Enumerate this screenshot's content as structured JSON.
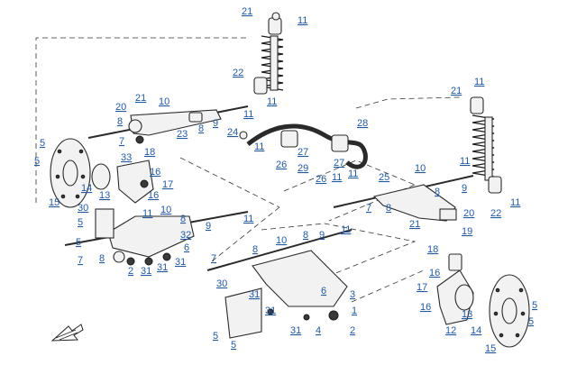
{
  "callouts": [
    {
      "id": "c21a",
      "text": "21"
    },
    {
      "id": "c11a",
      "text": "11"
    },
    {
      "id": "c22a",
      "text": "22"
    },
    {
      "id": "c11b",
      "text": "11"
    },
    {
      "id": "c21b",
      "text": "21"
    },
    {
      "id": "c10a",
      "text": "10"
    },
    {
      "id": "c20a",
      "text": "20"
    },
    {
      "id": "c8a",
      "text": "8"
    },
    {
      "id": "c9a",
      "text": "9"
    },
    {
      "id": "c23",
      "text": "23"
    },
    {
      "id": "c8b",
      "text": "8"
    },
    {
      "id": "c7a",
      "text": "7"
    },
    {
      "id": "c18a",
      "text": "18"
    },
    {
      "id": "c33",
      "text": "33"
    },
    {
      "id": "c16a",
      "text": "16"
    },
    {
      "id": "c17a",
      "text": "17"
    },
    {
      "id": "c16b",
      "text": "16"
    },
    {
      "id": "c5a",
      "text": "5"
    },
    {
      "id": "c5b",
      "text": "5"
    },
    {
      "id": "c14a",
      "text": "14"
    },
    {
      "id": "c13a",
      "text": "13"
    },
    {
      "id": "c15a",
      "text": "15"
    },
    {
      "id": "c11c",
      "text": "11"
    },
    {
      "id": "c24",
      "text": "24"
    },
    {
      "id": "c11d",
      "text": "11"
    },
    {
      "id": "c28",
      "text": "28"
    },
    {
      "id": "c27",
      "text": "27"
    },
    {
      "id": "c26a",
      "text": "26"
    },
    {
      "id": "c29",
      "text": "29"
    },
    {
      "id": "c27b",
      "text": "27"
    },
    {
      "id": "c26b",
      "text": "26"
    },
    {
      "id": "c11e",
      "text": "11"
    },
    {
      "id": "c11f",
      "text": "11"
    },
    {
      "id": "c25",
      "text": "25"
    },
    {
      "id": "c21c",
      "text": "21"
    },
    {
      "id": "c11g",
      "text": "11"
    },
    {
      "id": "c22b",
      "text": "22"
    },
    {
      "id": "c11h",
      "text": "11"
    },
    {
      "id": "c10b",
      "text": "10"
    },
    {
      "id": "c11i",
      "text": "11"
    },
    {
      "id": "c8c",
      "text": "8"
    },
    {
      "id": "c9b",
      "text": "9"
    },
    {
      "id": "c7b",
      "text": "7"
    },
    {
      "id": "c8d",
      "text": "8"
    },
    {
      "id": "c20b",
      "text": "20"
    },
    {
      "id": "c21d",
      "text": "21"
    },
    {
      "id": "c19a",
      "text": "19"
    },
    {
      "id": "c30a",
      "text": "30"
    },
    {
      "id": "c5c",
      "text": "5"
    },
    {
      "id": "c11j",
      "text": "11"
    },
    {
      "id": "c10c",
      "text": "10"
    },
    {
      "id": "c8e",
      "text": "8"
    },
    {
      "id": "c9c",
      "text": "9"
    },
    {
      "id": "c11k",
      "text": "11"
    },
    {
      "id": "c5d",
      "text": "5"
    },
    {
      "id": "c7c",
      "text": "7"
    },
    {
      "id": "c32",
      "text": "32"
    },
    {
      "id": "c6a",
      "text": "6"
    },
    {
      "id": "c8f",
      "text": "8"
    },
    {
      "id": "c2a",
      "text": "2"
    },
    {
      "id": "c31a",
      "text": "31"
    },
    {
      "id": "c31b",
      "text": "31"
    },
    {
      "id": "c31c",
      "text": "31"
    },
    {
      "id": "c10d",
      "text": "10"
    },
    {
      "id": "c8g",
      "text": "8"
    },
    {
      "id": "c9d",
      "text": "9"
    },
    {
      "id": "c11l",
      "text": "11"
    },
    {
      "id": "c8h",
      "text": "8"
    },
    {
      "id": "c7d",
      "text": "7"
    },
    {
      "id": "c30b",
      "text": "30"
    },
    {
      "id": "c31d",
      "text": "31"
    },
    {
      "id": "c6b",
      "text": "6"
    },
    {
      "id": "c3",
      "text": "3"
    },
    {
      "id": "c31e",
      "text": "31"
    },
    {
      "id": "c1",
      "text": "1"
    },
    {
      "id": "c31f",
      "text": "31"
    },
    {
      "id": "c4",
      "text": "4"
    },
    {
      "id": "c2b",
      "text": "2"
    },
    {
      "id": "c5e",
      "text": "5"
    },
    {
      "id": "c5f",
      "text": "5"
    },
    {
      "id": "c18b",
      "text": "18"
    },
    {
      "id": "c16c",
      "text": "16"
    },
    {
      "id": "c17b",
      "text": "17"
    },
    {
      "id": "c16d",
      "text": "16"
    },
    {
      "id": "c13b",
      "text": "13"
    },
    {
      "id": "c12",
      "text": "12"
    },
    {
      "id": "c14b",
      "text": "14"
    },
    {
      "id": "c5g",
      "text": "5"
    },
    {
      "id": "c5h",
      "text": "5"
    },
    {
      "id": "c15b",
      "text": "15"
    }
  ]
}
